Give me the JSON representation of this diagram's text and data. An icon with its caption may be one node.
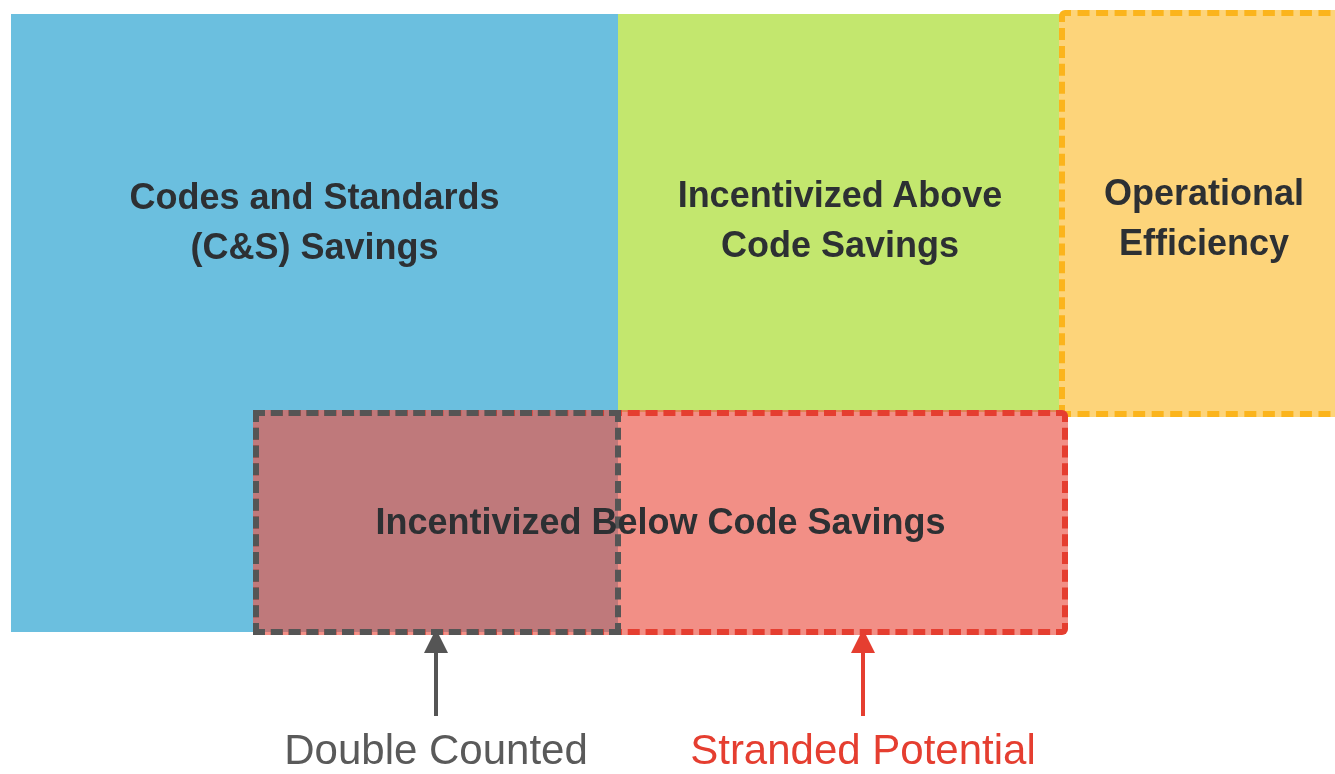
{
  "diagram": {
    "nodes": [
      {
        "text": [
          "Codes and Standards (C&S) Savings"
        ]
      },
      {
        "text": [
          "Incentivized Above Code Savings"
        ]
      },
      {
        "text": [
          "Operational Efficiency"
        ]
      },
      {
        "text": [
          "Incentivized Below Code Savings"
        ]
      },
      {
        "text": [],
        "shape": "box"
      },
      {
        "text": [
          "Double Counted"
        ]
      },
      {
        "text": [
          "Stranded Potential"
        ]
      }
    ],
    "edges": [
      {
        "from": 5,
        "to": 4,
        "arrow": "to",
        "color": "#555555"
      },
      {
        "from": 6,
        "to": 3,
        "arrow": "to",
        "color": "#e53e30"
      }
    ]
  }
}
